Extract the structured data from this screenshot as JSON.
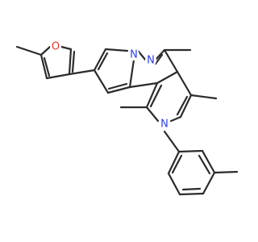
{
  "molecule": {
    "atoms": [
      {
        "id": "O1",
        "element": "O",
        "label": "O",
        "color": "#e8352b"
      },
      {
        "id": "N1",
        "element": "N",
        "label": "N",
        "color": "#2b3fe8"
      },
      {
        "id": "N2",
        "element": "N",
        "label": "N",
        "color": "#2b3fe8"
      },
      {
        "id": "N3",
        "element": "N",
        "label": "N",
        "color": "#2b3fe8"
      }
    ],
    "bond_color": "#2b2b2b"
  }
}
